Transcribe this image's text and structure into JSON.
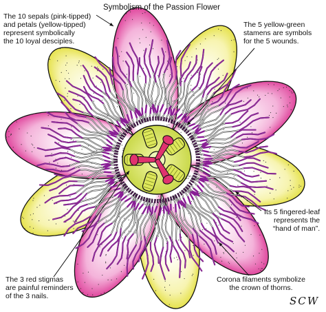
{
  "diagram": {
    "title": "Symbolism of the Passion Flower",
    "signature": "SCW",
    "labels": {
      "sepals": [
        "The 10 sepals (pink-tipped)",
        "and petals (yellow-tipped)",
        "represent symbolically",
        "the 10 loyal desciples."
      ],
      "stamens": [
        "The 5 yellow-green",
        "stamens are symbols",
        "for the 5 wounds."
      ],
      "leaf": [
        "Its 5 fingered-leaf",
        "represents the",
        "“hand of man”."
      ],
      "stigmas": [
        "The 3 red stigmas",
        "are painful reminders",
        "of the 3 nails."
      ],
      "corona": [
        "Corona filaments symbolize",
        "the crown of thorns."
      ]
    }
  },
  "colors": {
    "pink_tip": "#e0489e",
    "yellow_tip": "#ece85a",
    "filament_purple": "#8a1e96",
    "stamen_yellow": "#dde85a",
    "stigma_red": "#e0336e",
    "outline": "#111111"
  }
}
